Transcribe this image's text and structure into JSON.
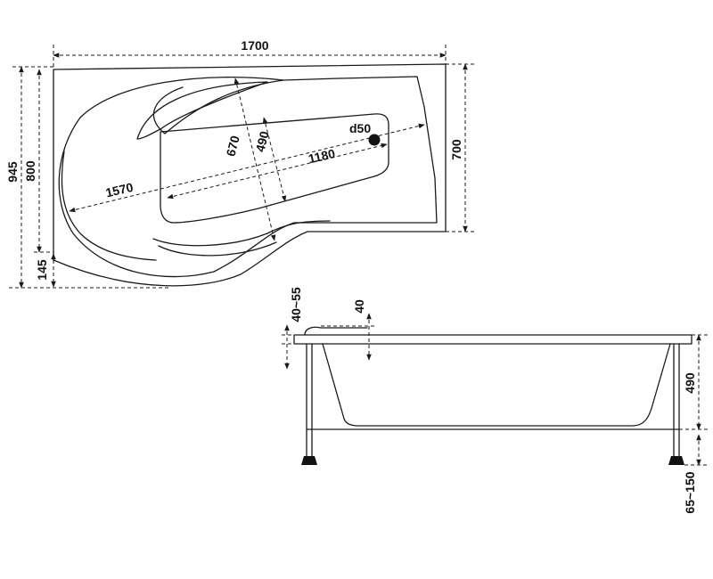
{
  "plan_view": {
    "overall_length": "1700",
    "outer_diagonal": "1570",
    "inner_length": "1180",
    "drain_label": "d50",
    "inner_width_wide": "670",
    "inner_width_narrow": "490",
    "left_total_height": "945",
    "left_main_height": "800",
    "left_offset": "145",
    "right_height": "700"
  },
  "side_view": {
    "rim_height": "40~55",
    "rim_offset": "40",
    "tub_depth": "490",
    "leg_adjust": "65~150"
  }
}
